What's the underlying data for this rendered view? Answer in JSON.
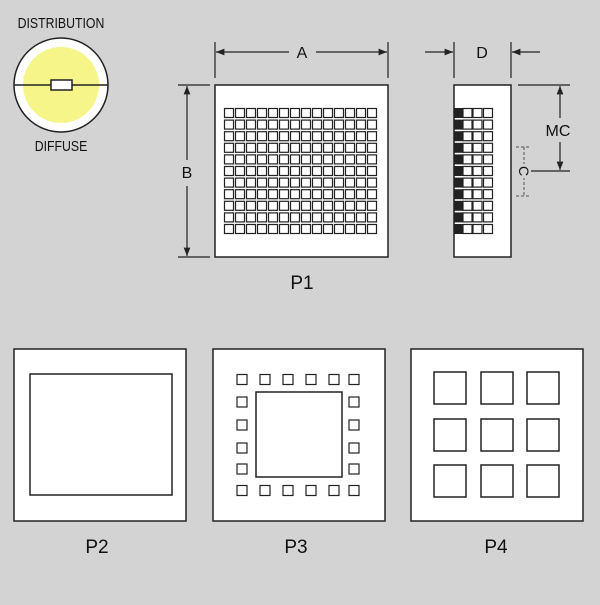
{
  "distribution": {
    "heading": "DISTRIBUTION",
    "type": "DIFFUSE",
    "colors": {
      "glow": "#f5f58a",
      "ring": "#ffffff",
      "lamp": "#ffffff"
    }
  },
  "dimensions": {
    "a": "A",
    "b": "B",
    "d": "D",
    "mc": "MC",
    "c": "C"
  },
  "patterns": {
    "p1": "P1",
    "p2": "P2",
    "p3": "P3",
    "p4": "P4"
  },
  "colors": {
    "background": "#d3d3d3",
    "panel": "#ffffff",
    "line": "#222222"
  }
}
